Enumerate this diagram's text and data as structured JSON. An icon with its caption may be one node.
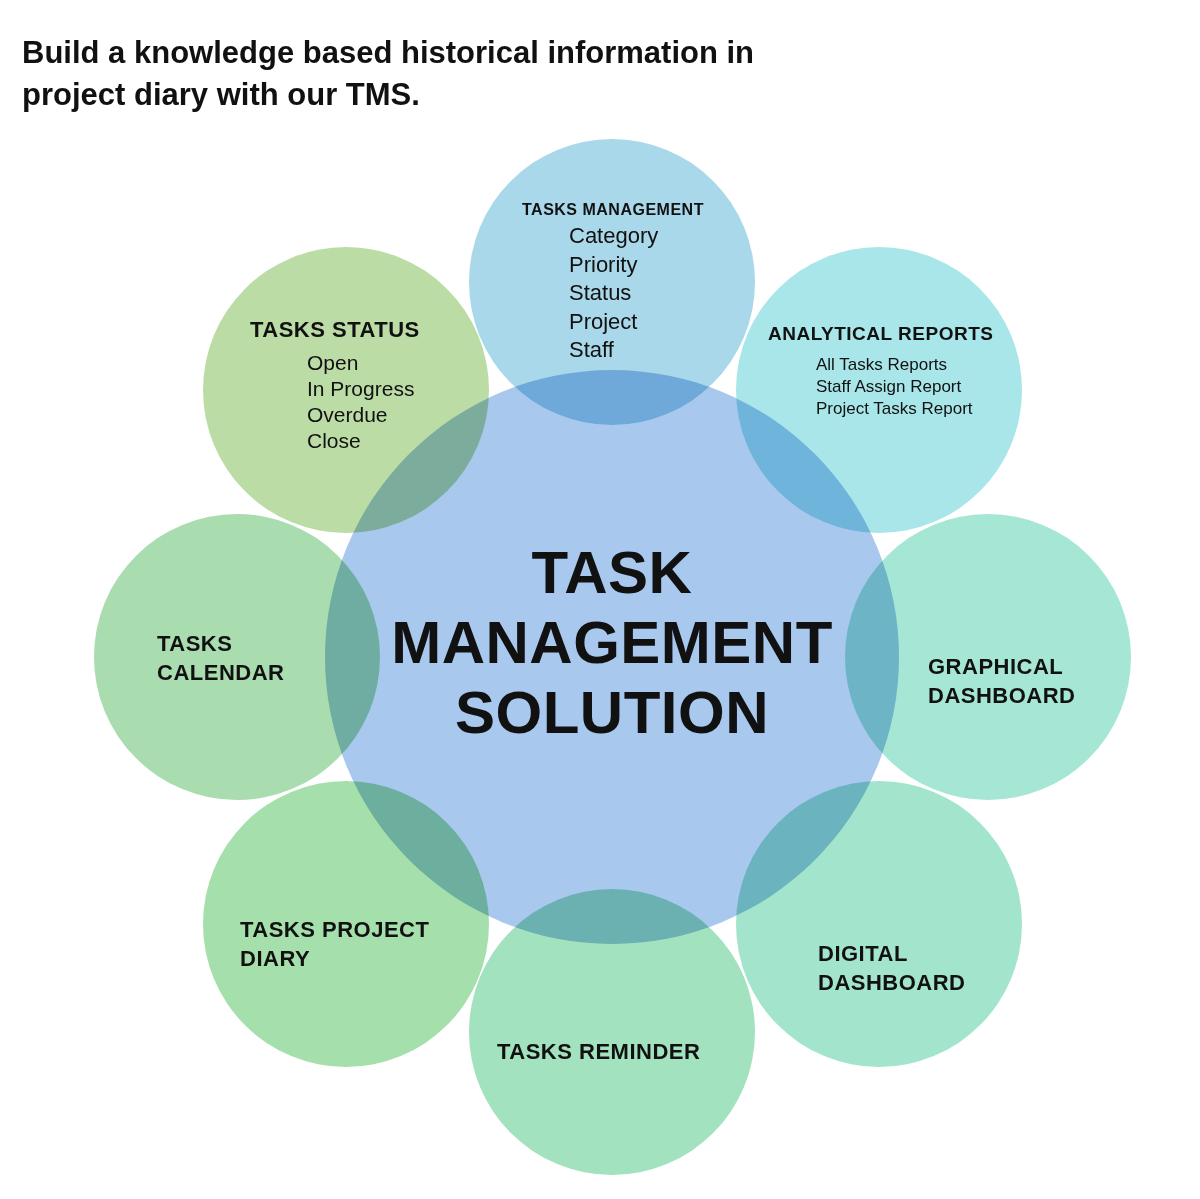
{
  "diagram": {
    "title": "Build a knowledge based historical information in project diary with our TMS.",
    "nodes": [
      {
        "text": [
          "TASKS MANAGEMENT",
          "Category",
          "Priority",
          "Status",
          "Project",
          "Staff"
        ]
      },
      {
        "text": [
          "TASKS STATUS",
          "Open",
          "In Progress",
          "Overdue",
          "Close"
        ]
      },
      {
        "text": [
          "ANALYTICAL REPORTS",
          "All Tasks Reports",
          "Staff Assign Report",
          "Project Tasks Report"
        ]
      },
      {
        "text": [
          "TASK MANAGEMENT SOLUTION"
        ]
      },
      {
        "text": [
          "TASKS CALENDAR"
        ]
      },
      {
        "text": [
          "GRAPHICAL DASHBOARD"
        ]
      },
      {
        "text": [
          "TASKS PROJECT DIARY"
        ]
      },
      {
        "text": [
          "DIGITAL DASHBOARD"
        ]
      },
      {
        "text": [
          "TASKS REMINDER"
        ]
      }
    ],
    "edges": []
  }
}
